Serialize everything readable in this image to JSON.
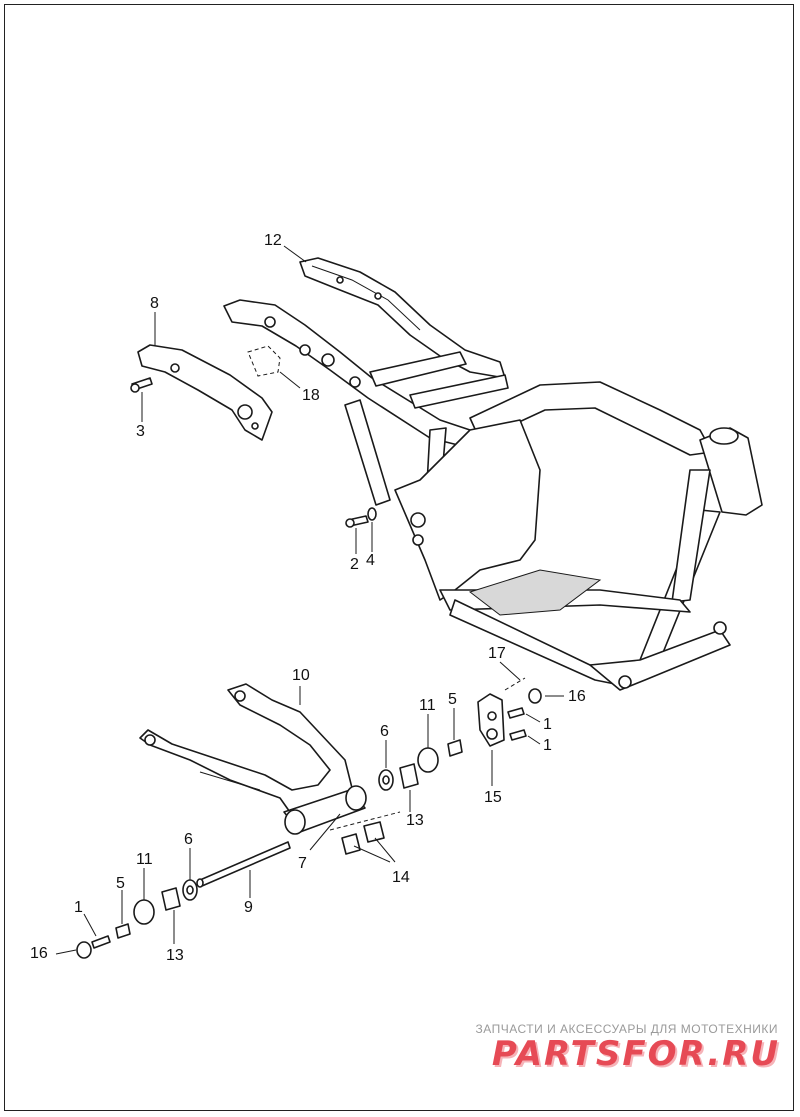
{
  "callouts": [
    {
      "id": "c12",
      "text": "12"
    },
    {
      "id": "c8",
      "text": "8"
    },
    {
      "id": "c3",
      "text": "3"
    },
    {
      "id": "c18",
      "text": "18"
    },
    {
      "id": "c2",
      "text": "2"
    },
    {
      "id": "c4",
      "text": "4"
    },
    {
      "id": "c10",
      "text": "10"
    },
    {
      "id": "c17",
      "text": "17"
    },
    {
      "id": "c11a",
      "text": "11"
    },
    {
      "id": "c5a",
      "text": "5"
    },
    {
      "id": "c16a",
      "text": "16"
    },
    {
      "id": "c1a",
      "text": "1"
    },
    {
      "id": "c1b",
      "text": "1"
    },
    {
      "id": "c6a",
      "text": "6"
    },
    {
      "id": "c13a",
      "text": "13"
    },
    {
      "id": "c15",
      "text": "15"
    },
    {
      "id": "c7",
      "text": "7"
    },
    {
      "id": "c14",
      "text": "14"
    },
    {
      "id": "c6b",
      "text": "6"
    },
    {
      "id": "c11b",
      "text": "11"
    },
    {
      "id": "c5b",
      "text": "5"
    },
    {
      "id": "c9",
      "text": "9"
    },
    {
      "id": "c1c",
      "text": "1"
    },
    {
      "id": "c16b",
      "text": "16"
    },
    {
      "id": "c13b",
      "text": "13"
    }
  ],
  "watermark": {
    "subtitle": "ЗАПЧАСТИ И АКСЕССУАРЫ ДЛЯ МОТОТЕХНИКИ",
    "logo": "PARTSFOR.RU",
    "color": "#e64a55"
  }
}
